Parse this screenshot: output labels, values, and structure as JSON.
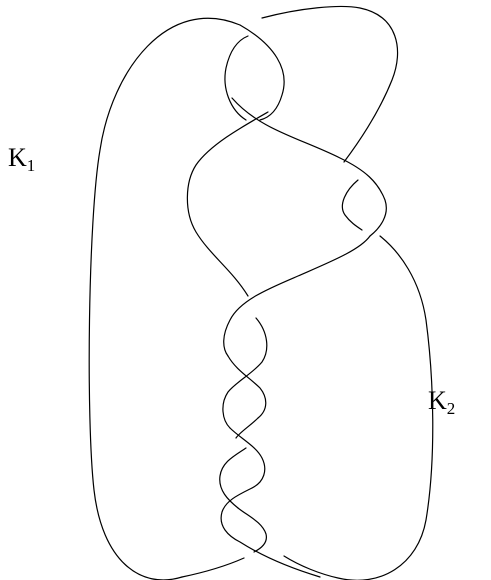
{
  "labels": {
    "k1": {
      "base": "K",
      "sub": "1"
    },
    "k2": {
      "base": "K",
      "sub": "2"
    }
  },
  "colors": {
    "stroke": "#000000",
    "background": "#ffffff"
  }
}
